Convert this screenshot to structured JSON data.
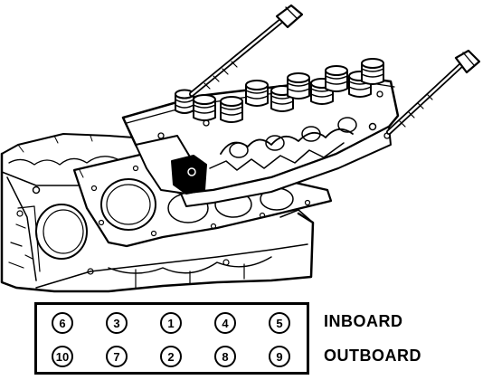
{
  "colors": {
    "ink": "#000000",
    "paper": "#ffffff"
  },
  "sequence": {
    "rows": [
      {
        "label": "INBOARD",
        "bolts": [
          "6",
          "3",
          "1",
          "4",
          "5"
        ]
      },
      {
        "label": "OUTBOARD",
        "bolts": [
          "10",
          "7",
          "2",
          "8",
          "9"
        ]
      }
    ]
  }
}
